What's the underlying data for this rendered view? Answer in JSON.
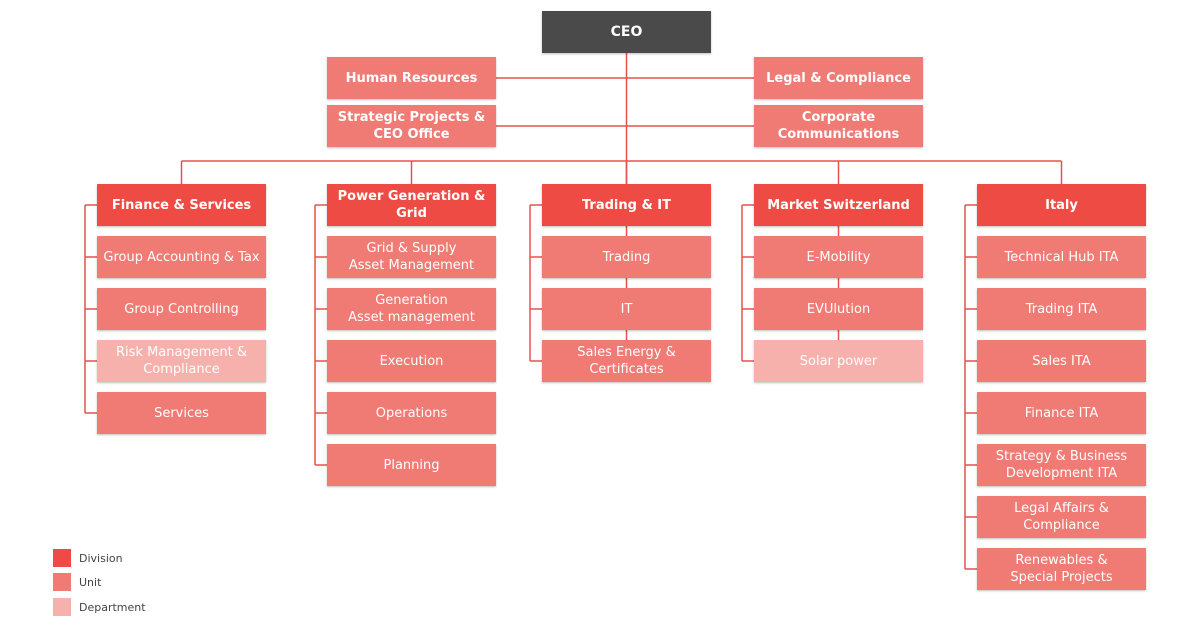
{
  "colors": {
    "ceo": "#4a4a4a",
    "division": "#ee4b44",
    "unit": "#f07a74",
    "department": "#f7b1ad",
    "line": "#e8504a"
  },
  "ceo": "CEO",
  "staff": {
    "left": [
      "Human Resources",
      "Strategic Projects &\nCEO Office"
    ],
    "right": [
      "Legal & Compliance",
      "Corporate\nCommunications"
    ]
  },
  "columns": [
    {
      "name": "Finance & Services",
      "items": [
        {
          "label": "Group Accounting & Tax",
          "level": "unit"
        },
        {
          "label": "Group Controlling",
          "level": "unit"
        },
        {
          "label": "Risk Management &\nCompliance",
          "level": "department"
        },
        {
          "label": "Services",
          "level": "unit"
        }
      ]
    },
    {
      "name": "Power Generation & Grid",
      "items": [
        {
          "label": "Grid & Supply\nAsset Management",
          "level": "unit"
        },
        {
          "label": "Generation\nAsset management",
          "level": "unit"
        },
        {
          "label": "Execution",
          "level": "unit"
        },
        {
          "label": "Operations",
          "level": "unit"
        },
        {
          "label": "Planning",
          "level": "unit"
        }
      ]
    },
    {
      "name": "Trading & IT",
      "items": [
        {
          "label": "Trading",
          "level": "unit"
        },
        {
          "label": "IT",
          "level": "unit"
        },
        {
          "label": "Sales Energy &\nCertificates",
          "level": "unit"
        }
      ]
    },
    {
      "name": "Market Switzerland",
      "items": [
        {
          "label": "E-Mobility",
          "level": "unit"
        },
        {
          "label": "EVUlution",
          "level": "unit"
        },
        {
          "label": "Solar power",
          "level": "department"
        }
      ]
    },
    {
      "name": "Italy",
      "items": [
        {
          "label": "Technical Hub ITA",
          "level": "unit"
        },
        {
          "label": "Trading ITA",
          "level": "unit"
        },
        {
          "label": "Sales ITA",
          "level": "unit"
        },
        {
          "label": "Finance ITA",
          "level": "unit"
        },
        {
          "label": "Strategy & Business\nDevelopment ITA",
          "level": "unit"
        },
        {
          "label": "Legal Affairs &\nCompliance",
          "level": "unit"
        },
        {
          "label": "Renewables &\nSpecial Projects",
          "level": "unit"
        }
      ]
    }
  ],
  "legend": [
    "Division",
    "Unit",
    "Department"
  ]
}
